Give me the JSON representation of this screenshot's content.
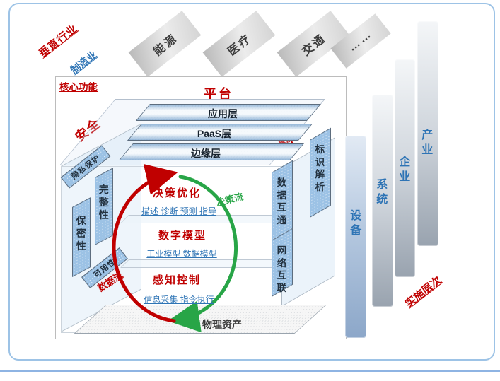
{
  "title_labels": {
    "vertical_industries": "垂直行业",
    "core_functions": "核心功能",
    "implementation_levels": "实施层次"
  },
  "industries": {
    "manufacturing": "制造业",
    "banners": [
      "能源",
      "医疗",
      "交通",
      "……"
    ]
  },
  "platform": {
    "label": "平台",
    "layers": [
      "应用层",
      "PaaS层",
      "边缘层"
    ]
  },
  "security": {
    "label": "安全",
    "privacy": "隐私保护",
    "integrity": "完整性",
    "confidentiality": "保密性",
    "availability": "可用性"
  },
  "network": {
    "label": "网络",
    "identification": "标识解析",
    "data_exchange": "数据互通",
    "interconnection": "网络互联"
  },
  "core": {
    "decision": {
      "title": "决策优化",
      "subtitle": "描述 诊断 预测 指导"
    },
    "model": {
      "title": "数字模型",
      "subtitle": "工业模型  数据模型"
    },
    "perception": {
      "title": "感知控制",
      "subtitle": "信息采集 指令执行"
    },
    "decision_flow": "决策流",
    "data_flow": "数据流"
  },
  "physical_assets": "物理资产",
  "levels": [
    "设备",
    "系统",
    "企业",
    "产业"
  ],
  "colors": {
    "red": "#c00000",
    "blue": "#2e74b5",
    "green": "#28a547",
    "frame_blue": "#9dc3e6",
    "slab_fill": "#bdd7ee"
  }
}
